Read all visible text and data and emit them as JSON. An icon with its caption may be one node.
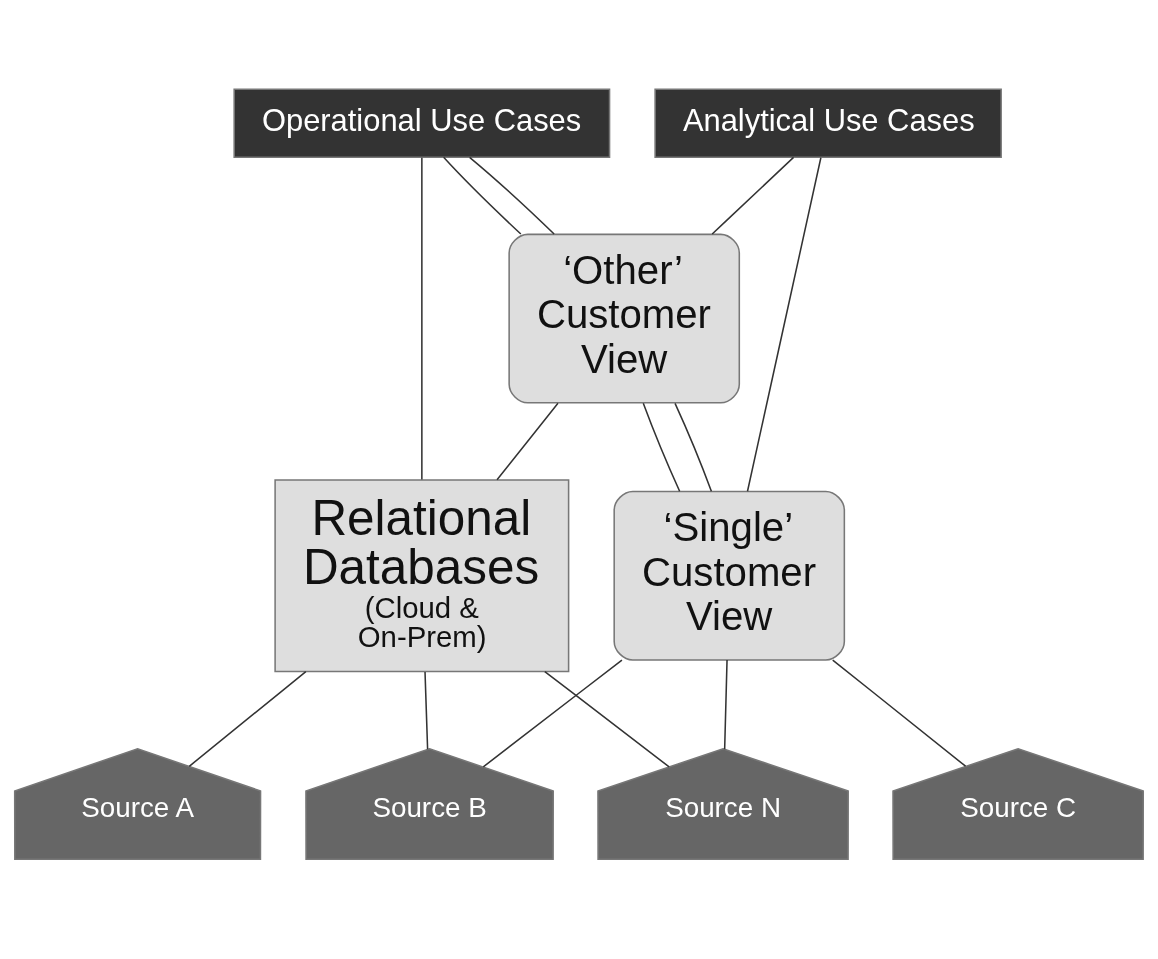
{
  "diagram": {
    "nodes": [
      {
        "text": [
          "Operational Use Cases"
        ]
      },
      {
        "text": [
          "Analytical Use Cases"
        ]
      },
      {
        "text": [
          "‘Other’ Customer View"
        ]
      },
      {
        "text": [
          "Relational Databases",
          "(Cloud & On-Prem)"
        ]
      },
      {
        "text": [
          "‘Single’ Customer View"
        ]
      },
      {
        "text": [
          "Source A"
        ]
      },
      {
        "text": [
          "Source B"
        ]
      },
      {
        "text": [
          "Source C"
        ]
      },
      {
        "text": [
          "Source N"
        ]
      }
    ],
    "edges": [
      {
        "from": 0,
        "to": 3,
        "arrow": "none"
      },
      {
        "from": 0,
        "to": 2,
        "arrow": "none"
      },
      {
        "from": 0,
        "to": 2,
        "arrow": "none"
      },
      {
        "from": 1,
        "to": 2,
        "arrow": "none"
      },
      {
        "from": 1,
        "to": 4,
        "arrow": "none"
      },
      {
        "from": 2,
        "to": 4,
        "arrow": "none"
      },
      {
        "from": 2,
        "to": 3,
        "arrow": "none"
      },
      {
        "from": 2,
        "to": 4,
        "arrow": "none"
      },
      {
        "from": 3,
        "to": 6,
        "arrow": "none"
      },
      {
        "from": 3,
        "to": 5,
        "arrow": "none"
      },
      {
        "from": 3,
        "to": 8,
        "arrow": "none"
      },
      {
        "from": 4,
        "to": 6,
        "arrow": "none"
      },
      {
        "from": 4,
        "to": 7,
        "arrow": "none"
      },
      {
        "from": 4,
        "to": 8,
        "arrow": "none"
      }
    ]
  }
}
